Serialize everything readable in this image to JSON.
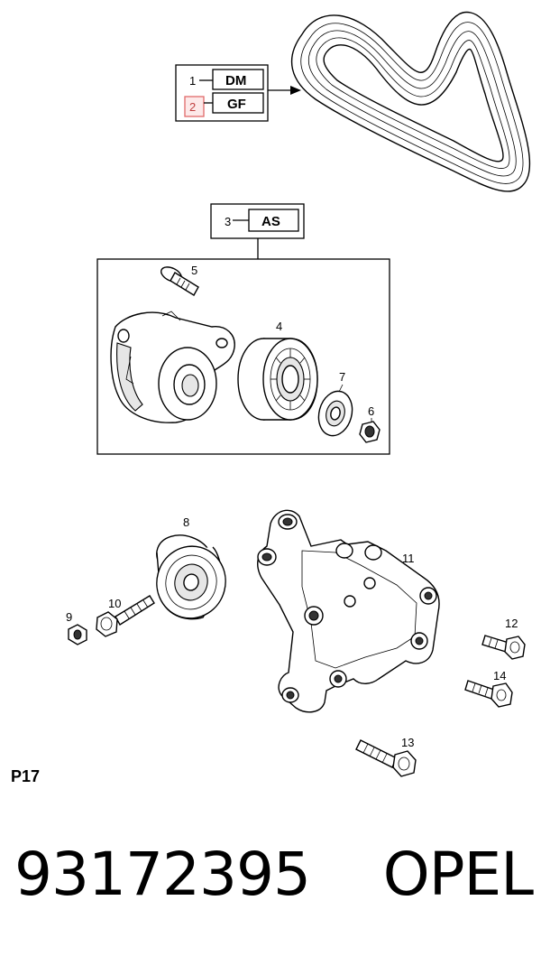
{
  "legend": {
    "item1": {
      "num": "1",
      "code": "DM"
    },
    "item2": {
      "num": "2",
      "code": "GF"
    },
    "item3": {
      "num": "3",
      "code": "AS"
    }
  },
  "callouts": [
    "4",
    "5",
    "6",
    "7",
    "8",
    "9",
    "10",
    "11",
    "12",
    "13",
    "14"
  ],
  "page_label": "P17",
  "footer": {
    "part_number": "93172395",
    "brand": "OPEL"
  },
  "colors": {
    "highlight": "#e06a6a",
    "line": "#000000"
  }
}
